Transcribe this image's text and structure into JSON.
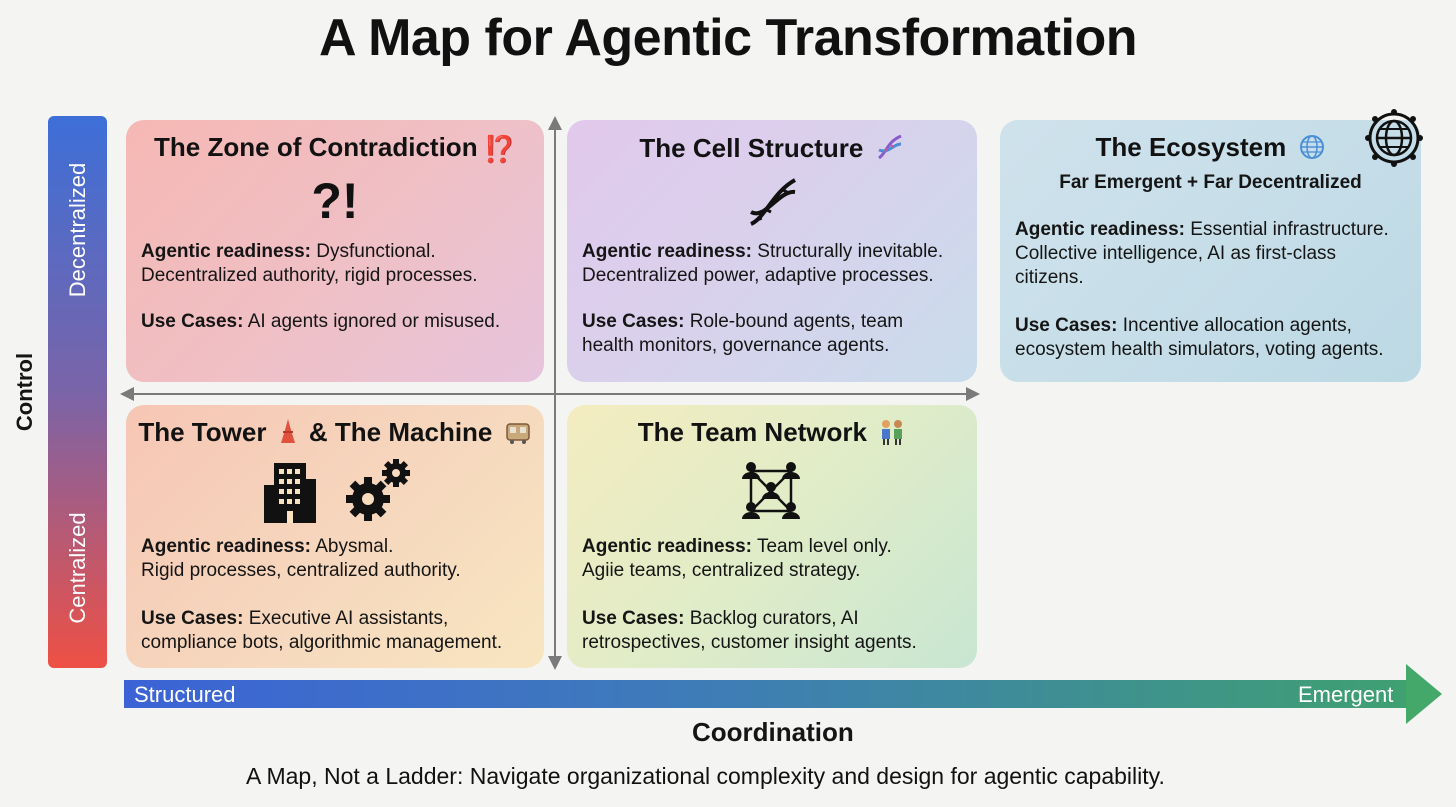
{
  "title": "A Map for Agentic Transformation",
  "axes": {
    "control_label": "Control",
    "control_top": "Decentralized",
    "control_bottom": "Centralized",
    "coordination_label": "Coordination",
    "coordination_left": "Structured",
    "coordination_right": "Emergent"
  },
  "quadrants": {
    "contradiction": {
      "title": "The Zone of Contradiction",
      "title_icon": "⁉️",
      "glyph": "?!",
      "readiness_label": "Agentic readiness:",
      "readiness_text": "Dysfunctional.",
      "readiness_line2": "Decentralized authority, rigid processes.",
      "use_label": "Use Cases:",
      "use_text": "AI agents ignored or misused."
    },
    "cell": {
      "title": "The Cell Structure",
      "title_icon": "dna-icon",
      "readiness_label": "Agentic readiness:",
      "readiness_text": "Structurally inevitable.",
      "readiness_line2": "Decentralized power, adaptive processes.",
      "use_label": "Use Cases:",
      "use_text": "Role-bound agents, team",
      "use_line2": "health monitors, governance agents."
    },
    "ecosystem": {
      "title": "The Ecosystem",
      "title_icon": "globe-icon",
      "subtitle": "Far Emergent + Far Decentralized",
      "readiness_label": "Agentic readiness:",
      "readiness_text": "Essential infrastructure.",
      "readiness_line2": "Collective intelligence, AI as first-class",
      "readiness_line3": "citizens.",
      "use_label": "Use Cases:",
      "use_text": "Incentive allocation agents,",
      "use_line2": "ecosystem health simulators, voting agents."
    },
    "tower": {
      "title_a": "The Tower",
      "title_b": "& The Machine",
      "readiness_label": "Agentic readiness:",
      "readiness_text": "Abysmal.",
      "readiness_line2": "Rigid processes, centralized authority.",
      "use_label": "Use Cases:",
      "use_text": "Executive AI assistants,",
      "use_line2": "compliance bots, algorithmic management."
    },
    "team": {
      "title": "The Team Network",
      "readiness_label": "Agentic readiness:",
      "readiness_text": "Team level only.",
      "readiness_line2": "Agiie teams, centralized strategy.",
      "use_label": "Use Cases:",
      "use_text": "Backlog curators, AI",
      "use_line2": "retrospectives, customer insight agents."
    }
  },
  "footer": "A Map, Not a Ladder: Navigate organizational complexity and design for agentic capability.",
  "colors": {
    "control_top": "#3d6fd8",
    "control_bottom": "#ee5045",
    "coordination_start": "#3c63d6",
    "coordination_end": "#43a86a"
  }
}
